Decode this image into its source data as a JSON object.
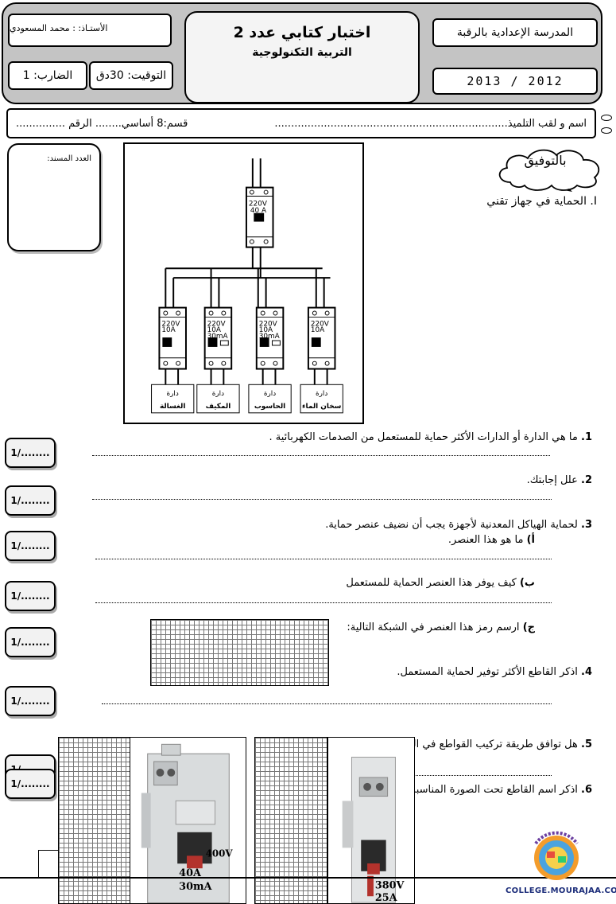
{
  "header": {
    "school": "المدرسة الإعدادية بالرقبة",
    "year": "2013 / 2012",
    "exam_title": "اختبار كتابي عدد 2",
    "subject": "التربية التكنولوجية",
    "teacher": "الأستـاذ: : محمد المسعودي",
    "timing": "التوقيت: 30دق",
    "coefficient": "الضارب: 1"
  },
  "student": {
    "name_label": "اسم و لقب التلميذ.......................................................................",
    "class_label": "قسم:8 أساسي........ الرقم ..............."
  },
  "grade_label": "العدد المسند:",
  "cloud_text": "بالتوفيق",
  "section1": "I. الحماية في جهاز تقني",
  "diagram": {
    "main_breaker": [
      "220V",
      "40 A"
    ],
    "breakers": [
      {
        "ratings": [
          "220V",
          "10A"
        ],
        "circuit": "دارة",
        "name": "الغسالة"
      },
      {
        "ratings": [
          "220V",
          "10A",
          "30mA"
        ],
        "circuit": "دارة",
        "name": "المكيف"
      },
      {
        "ratings": [
          "220V",
          "10A",
          "30mA"
        ],
        "circuit": "دارة",
        "name": "الحاسوب"
      },
      {
        "ratings": [
          "220V",
          "10A"
        ],
        "circuit": "دارة",
        "name": "سخان الماء"
      }
    ]
  },
  "questions": [
    {
      "num": "1.",
      "text": "ما هي الدارة أو  الدارات الأكثر حماية للمستعمل من الصدمات الكهربائية ."
    },
    {
      "num": "2.",
      "text": "علل إجابتك."
    },
    {
      "num": "3.",
      "text": "لحماية الهياكل المعدنية لأجهزة يجب أن نضيف عنصر حماية."
    },
    {
      "num": "أ)",
      "text": "ما هو هذا العنصر."
    },
    {
      "num": "ب)",
      "text": "كيف يوفر هذا العنصر الحماية للمستعمل"
    },
    {
      "num": "ج)",
      "text": "ارسم رمز هذا العنصر في الشبكة التالية:"
    },
    {
      "num": "4.",
      "text": "اذكر القاطع الأكثر توفير لحماية المستعمل."
    },
    {
      "num": "5.",
      "text": "هل توافق طريقة تركيب القواطع في الد"
    },
    {
      "num": "6.",
      "text": "اذكر اسم القاطع تحت الصورة المناسبة"
    }
  ],
  "score_label": "1/........",
  "photos": {
    "left_ratings": [
      "400V",
      "40A",
      "30mA"
    ],
    "right_ratings": [
      "380V",
      "25A"
    ]
  },
  "footer": {
    "site": "COLLEGE.MOURAJAA.COM"
  }
}
